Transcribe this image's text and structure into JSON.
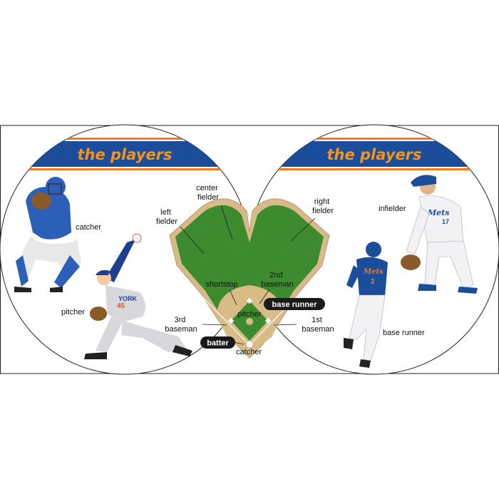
{
  "panels": [
    {
      "title": "the players"
    },
    {
      "title": "the players"
    }
  ],
  "players": {
    "catcher": "catcher",
    "pitcher": "pitcher",
    "infielder": "infielder",
    "base_runner": "base runner",
    "pitcher_jersey_text": "YORK",
    "pitcher_number": "45",
    "infielder_team": "Mets",
    "infielder_number": "17",
    "runner_team": "Mets",
    "runner_number": "2"
  },
  "field_positions": {
    "center_fielder": [
      "center",
      "fielder"
    ],
    "left_fielder": [
      "left",
      "fielder"
    ],
    "right_fielder": [
      "right",
      "fielder"
    ],
    "second_baseman": [
      "2nd",
      "baseman"
    ],
    "shortstop": "shortstop",
    "pitcher": "pitcher",
    "third_baseman": [
      "3rd",
      "baseman"
    ],
    "first_baseman": [
      "1st",
      "baseman"
    ],
    "catcher": "catcher",
    "batter": "batter",
    "base_runner": "base runner"
  },
  "colors": {
    "banner_blue": "#1c4d9b",
    "banner_orange": "#f47920",
    "title_orange": "#f7941d",
    "grass": "#3e8b2f",
    "dirt": "#d9bb86",
    "warning_track": "#cfb287",
    "pill_bg": "#1a1a1a"
  }
}
